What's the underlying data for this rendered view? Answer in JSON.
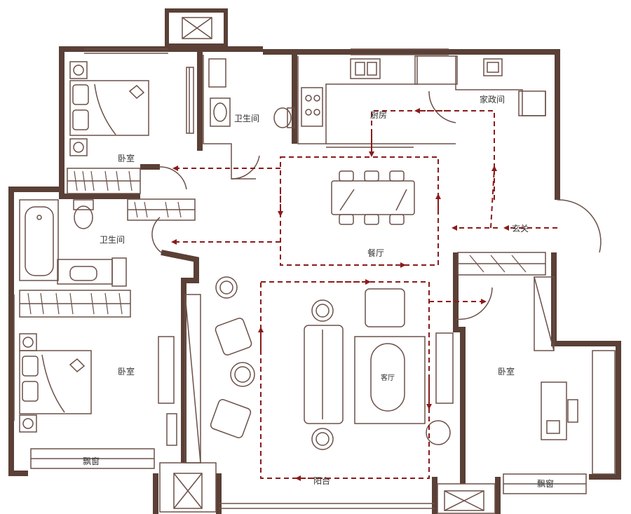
{
  "rooms": {
    "bedroom_nw": "卧室",
    "bath_top": "卫生间",
    "kitchen": "厨房",
    "utility": "家政间",
    "bath_left": "卫生间",
    "dining": "餐厅",
    "entrance": "玄关",
    "bedroom_sw": "卧室",
    "living": "客厅",
    "bedroom_se": "卧室",
    "bay_sw": "飘窗",
    "balcony": "阳台",
    "bay_se": "飘窗"
  },
  "colors": {
    "wall": "#5a4036",
    "line": "#6b5048",
    "route": "#8b1a1a",
    "text": "#333333"
  }
}
